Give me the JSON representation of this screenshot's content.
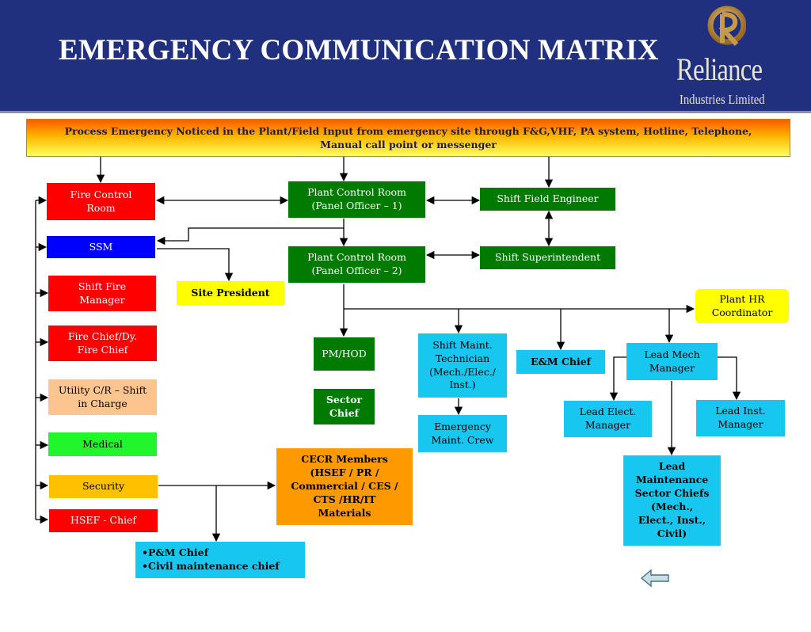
{
  "title": "EMERGENCY COMMUNICATION MATRIX",
  "logo": {
    "name": "Reliance",
    "subtitle": "Industries Limited"
  },
  "banner": "Process Emergency Noticed in the Plant/Field Input from emergency site through F&G,VHF, PA system, Hotline, Telephone, Manual call point or messenger",
  "left_column": {
    "fire_control_room": "Fire Control\nRoom",
    "ssm": "SSM",
    "shift_fire_manager": "Shift Fire\nManager",
    "fire_chief": "Fire Chief/Dy.\nFire Chief",
    "utility_cr": "Utility C/R – Shift\nin Charge",
    "medical": "Medical",
    "security": "Security",
    "hsef_chief": "HSEF - Chief"
  },
  "plant_control_room_1": "Plant Control Room\n(Panel Officer – 1)",
  "plant_control_room_2": "Plant Control Room\n(Panel Officer – 2)",
  "shift_field_engineer": "Shift Field Engineer",
  "shift_superintendent": "Shift Superintendent",
  "site_president": "Site President",
  "plant_hr_coordinator": "Plant HR\nCoordinator",
  "pm_hod": "PM/HOD",
  "sector_chief": "Sector\nChief",
  "shift_maint_technician": "Shift Maint.\nTechnician\n(Mech./Elec./\nInst.)",
  "emergency_maint_crew": "Emergency\nMaint. Crew",
  "em_chief": "E&M Chief",
  "lead_mech_manager": "Lead Mech\nManager",
  "lead_elect_manager": "Lead Elect.\nManager",
  "lead_inst_manager": "Lead Inst.\nManager",
  "lead_maintenance_sector_chiefs": "Lead\nMaintenance\nSector Chiefs\n(Mech.,\nElect., Inst.,\nCivil)",
  "cecr_members": "CECR Members\n(HSEF / PR /\nCommercial / CES /\nCTS /HR/IT\nMaterials",
  "pm_chief_list": [
    "•P&M Chief",
    "•Civil maintenance chief"
  ],
  "colors": {
    "header": "#20307f",
    "red": "#ff0000",
    "green": "#007a00",
    "blue": "#0000ff",
    "cyan": "#17c7f0",
    "orange": "#ff9900",
    "yellow": "#ffff00",
    "gold": "#ffc000",
    "lime": "#22f52b",
    "peach": "#fcc590"
  },
  "icons": {
    "back": "left-arrow-icon"
  }
}
